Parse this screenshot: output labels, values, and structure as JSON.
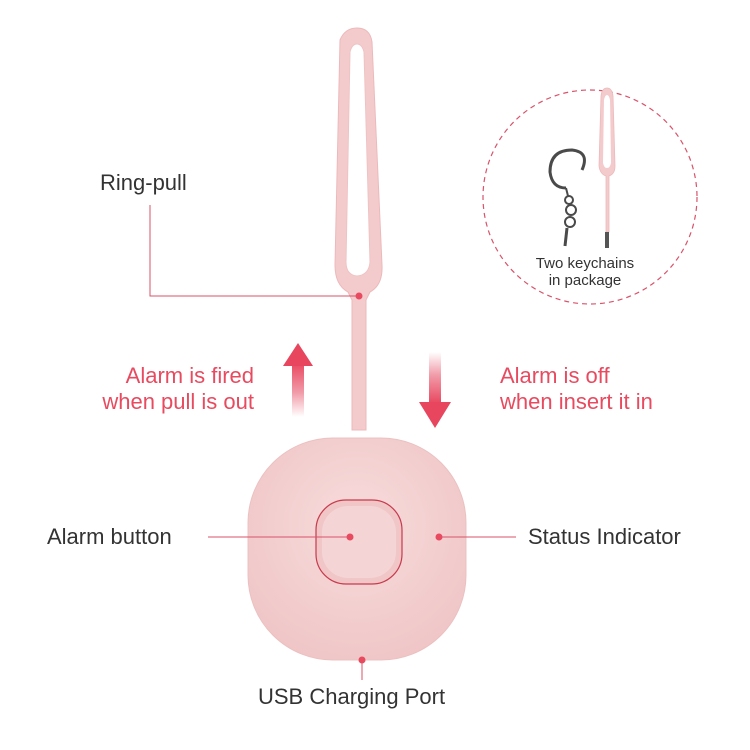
{
  "labels": {
    "ring_pull": "Ring-pull",
    "alarm_fired_line1": "Alarm is fired",
    "alarm_fired_line2": "when pull is out",
    "alarm_off_line1": "Alarm is off",
    "alarm_off_line2": "when insert it in",
    "alarm_button": "Alarm button",
    "status_indicator": "Status Indicator",
    "usb_port": "USB Charging Port",
    "keychains_line1": "Two keychains",
    "keychains_line2": "in package"
  },
  "colors": {
    "device_pink": "#f4d3d3",
    "accent_red": "#e84a5f",
    "leader_line": "#d9536a"
  }
}
